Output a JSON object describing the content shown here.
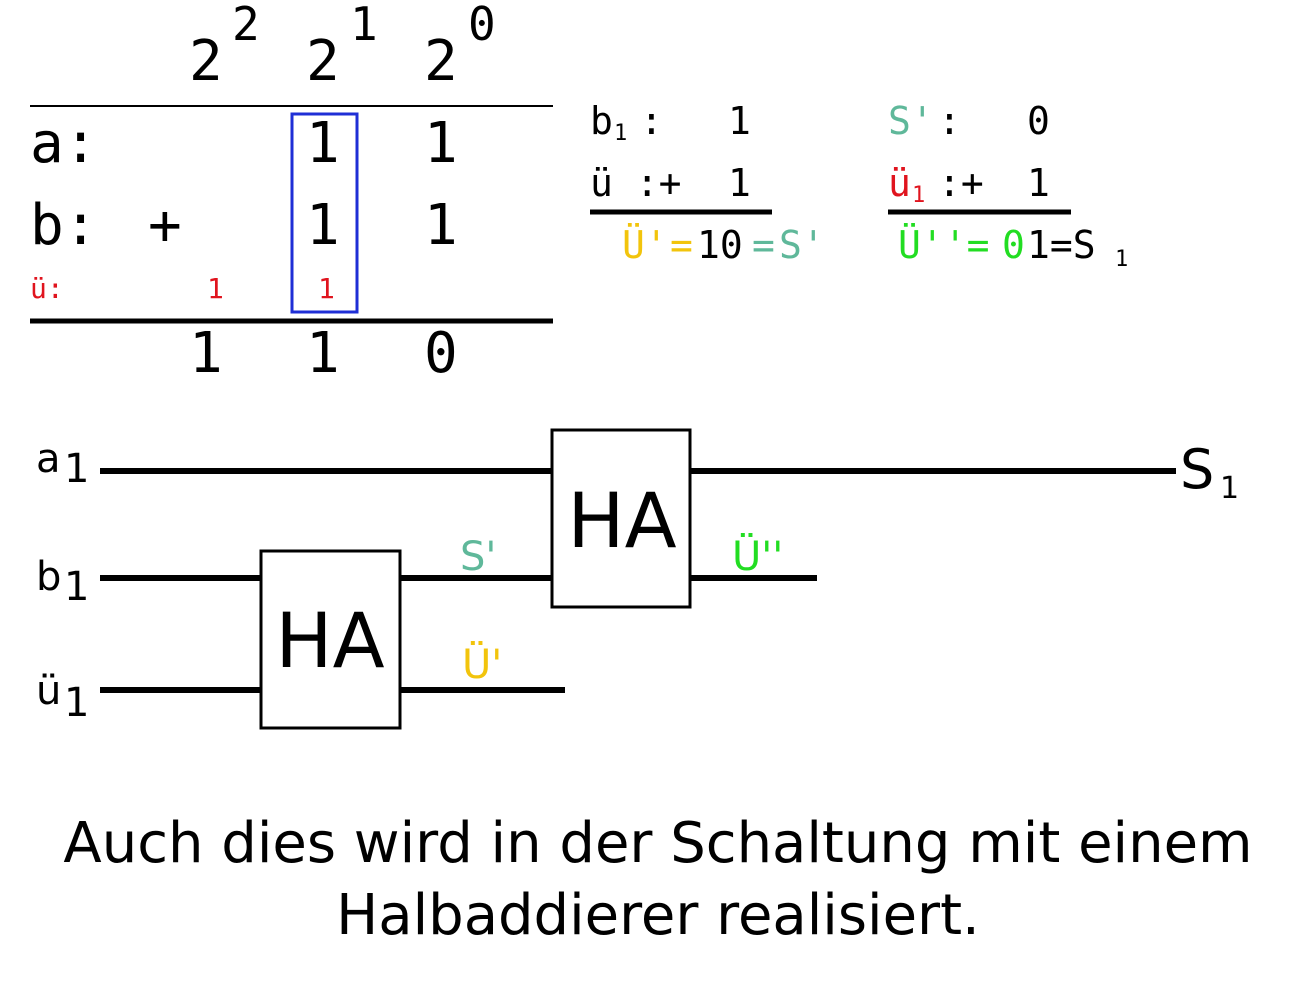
{
  "colors": {
    "black": "#000000",
    "blue": "#1f2fd6",
    "red": "#e0141e",
    "teal": "#5fb89a",
    "yellow": "#f2c40c",
    "green": "#22dd22"
  },
  "addition_table": {
    "place_values": [
      {
        "base": "2",
        "exp": "2"
      },
      {
        "base": "2",
        "exp": "1"
      },
      {
        "base": "2",
        "exp": "0"
      }
    ],
    "row_a": {
      "label": "a:",
      "digits": [
        "1",
        "1"
      ]
    },
    "row_b": {
      "label": "b:",
      "operator": "+",
      "digits": [
        "1",
        "1"
      ]
    },
    "row_carry": {
      "label": "ü:",
      "carries": [
        "1",
        "1"
      ]
    },
    "result": [
      "1",
      "1",
      "0"
    ]
  },
  "calc_1": {
    "b_label": "b",
    "b_sub": "1",
    "b_colon": ":",
    "b_value": "1",
    "u_label": "ü :+",
    "u_value": "1",
    "res_u": "Ü'",
    "res_eq1": "=",
    "res_digits": "10",
    "res_eq2": "=",
    "res_s": "S'"
  },
  "calc_2": {
    "s_label": "S'",
    "s_colon": ":",
    "s_value": "0",
    "u_label": "ü",
    "u_sub": "1",
    "u_op": ":+",
    "u_value": "1",
    "res_u": "Ü''=",
    "res_zero": "0",
    "res_rest": "1=S",
    "res_sub": "1"
  },
  "circuit": {
    "inputs": [
      {
        "base": "a",
        "sub": "1"
      },
      {
        "base": "b",
        "sub": "1"
      },
      {
        "base": "ü",
        "sub": "1"
      }
    ],
    "ha1_label": "HA",
    "ha2_label": "HA",
    "s_prime": "S'",
    "u_prime": "Ü'",
    "u_double": "Ü''",
    "output": {
      "base": "S",
      "sub": "1"
    }
  },
  "caption": {
    "line1": "Auch dies wird in der Schaltung mit einem",
    "line2": "Halbaddierer realisiert."
  }
}
